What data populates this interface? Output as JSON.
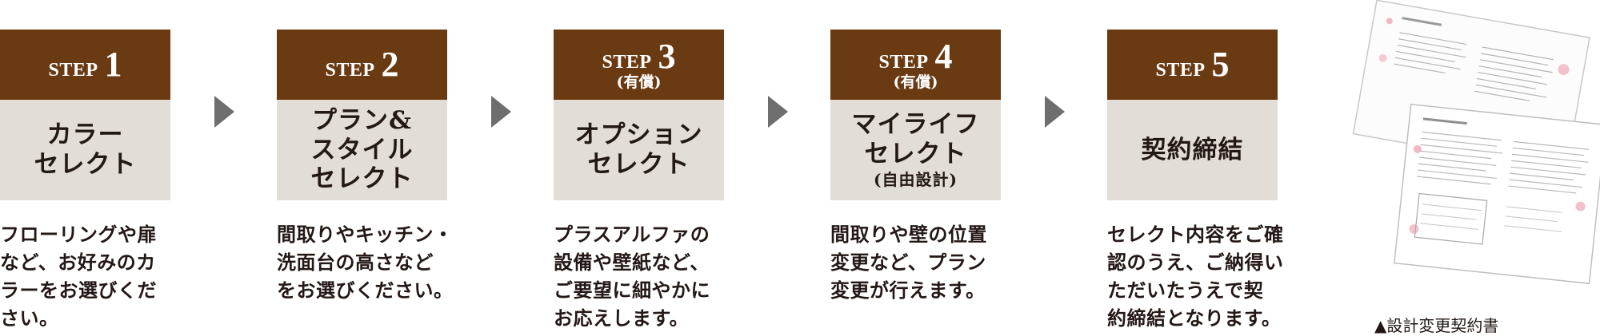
{
  "steps": [
    {
      "word": "STEP",
      "number": "1",
      "sub": "",
      "title_lines": [
        "カラー",
        "セレクト"
      ],
      "note": "",
      "desc_lines": [
        "フローリングや扉",
        "など、お好みのカ",
        "ラーをお選びくだ",
        "さい。"
      ]
    },
    {
      "word": "STEP",
      "number": "2",
      "sub": "",
      "title_lines": [
        "プラン&",
        "スタイル",
        "セレクト"
      ],
      "note": "",
      "desc_lines": [
        "間取りやキッチン・",
        "洗面台の高さなど",
        "をお選びください。"
      ]
    },
    {
      "word": "STEP",
      "number": "3",
      "sub": "(有償)",
      "title_lines": [
        "オプション",
        "セレクト"
      ],
      "note": "",
      "desc_lines": [
        "プラスアルファの",
        "設備や壁紙など、",
        "ご要望に細やかに",
        "お応えします。"
      ]
    },
    {
      "word": "STEP",
      "number": "4",
      "sub": "(有償)",
      "title_lines": [
        "マイライフ",
        "セレクト"
      ],
      "note": "(自由設計)",
      "desc_lines": [
        "間取りや壁の位置",
        "変更など、プラン",
        "変更が行えます。"
      ]
    },
    {
      "word": "STEP",
      "number": "5",
      "sub": "",
      "title_lines": [
        "契約締結"
      ],
      "note": "",
      "desc_lines": [
        "セレクト内容をご確",
        "認のうえ、ご納得い",
        "ただいたうえで契",
        "約締結となります。"
      ]
    }
  ],
  "photo": {
    "caption": "▲設計変更契約書"
  },
  "colors": {
    "header": "#6a3a12",
    "body": "#e2ddd6",
    "arrow": "#6e6e6e",
    "text": "#231815"
  }
}
